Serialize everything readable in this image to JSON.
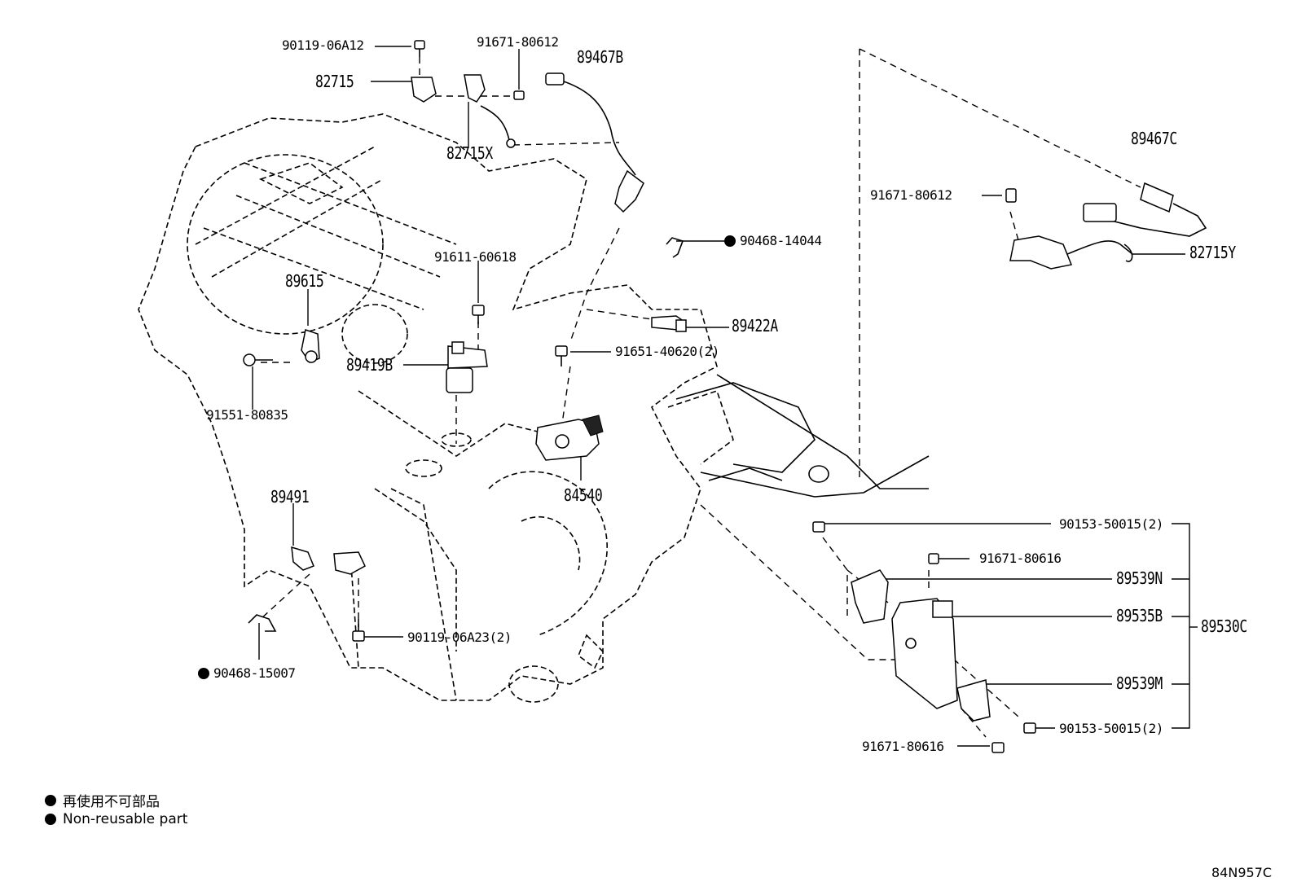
{
  "labels": {
    "p90119_06a12": "90119-06A12",
    "p91671_80612_a": "91671-80612",
    "p89467b": "89467B",
    "p82715": "82715",
    "p82715x": "82715X",
    "p89467c": "89467C",
    "p91671_80612_b": "91671-80612",
    "p82715y": "82715Y",
    "p90468_14044": "90468-14044",
    "p91611_60618": "91611-60618",
    "p89615": "89615",
    "p89422a": "89422A",
    "p89419b": "89419B",
    "p91651_40620": "91651-40620(2)",
    "p91551_80835": "91551-80835",
    "p84540": "84540",
    "p89491": "89491",
    "p90153_50015_a": "90153-50015(2)",
    "p91671_80616_a": "91671-80616",
    "p89539n": "89539N",
    "p89535b": "89535B",
    "p89530c": "89530C",
    "p89539m": "89539M",
    "p90119_06a23": "90119-06A23(2)",
    "p90468_15007": "90468-15007",
    "p90153_50015_b": "90153-50015(2)",
    "p91671_80616_b": "91671-80616"
  },
  "legend": {
    "jp": "再使用不可部品",
    "en": "Non-reusable part"
  },
  "diagram_code": "84N957C"
}
